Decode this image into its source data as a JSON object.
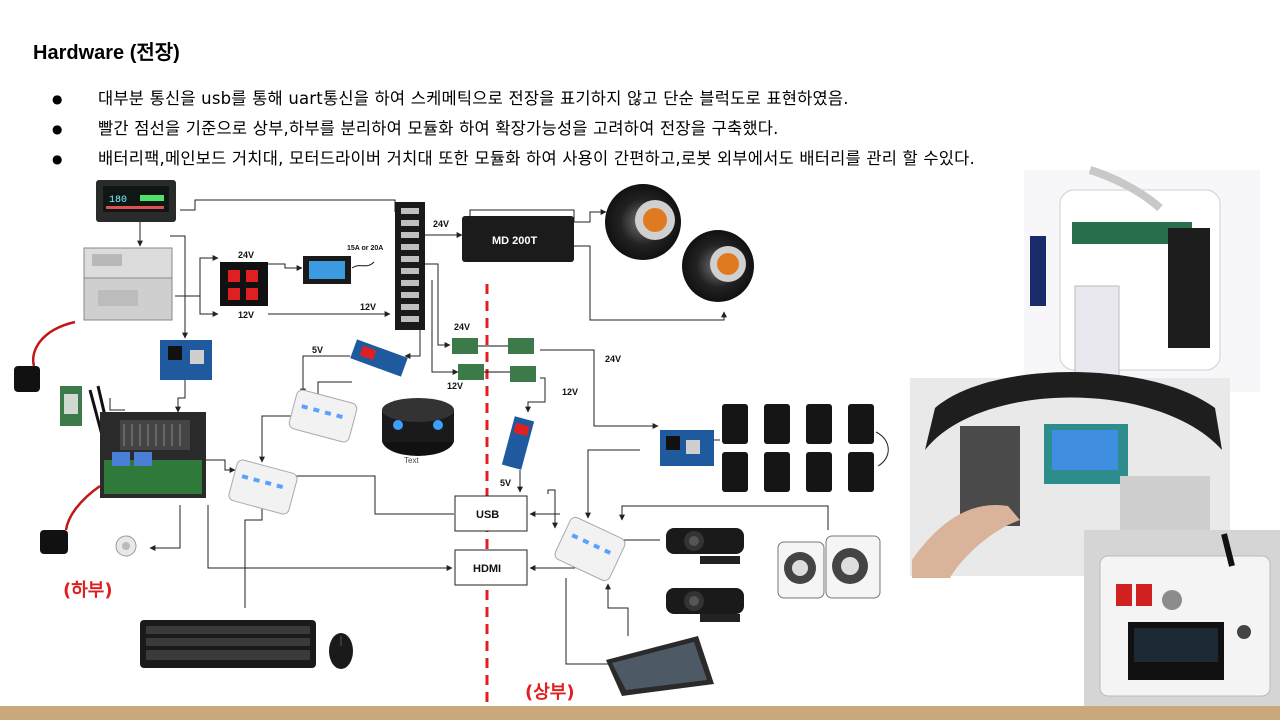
{
  "slide": {
    "title": "Hardware (전장)",
    "bullets": [
      "대부분 통신을 usb를 통해 uart통신을 하여 스케메틱으로 전장을 표기하지 않고 단순 블럭도로 표현하였음.",
      "빨간 점선을 기준으로 상부,하부를 분리하여 모듈화 하여 확장가능성을 고려하여 전장을 구축했다.",
      "배터리팩,메인보드 거치대, 모터드라이버 거치대 또한 모듈화 하여 사용이 간편하고,로봇 외부에서도 배터리를 관리 할 수있다."
    ]
  },
  "diagram": {
    "labels": {
      "v24_switch": "24V",
      "v12_switch": "12V",
      "fuse": "15A or 20A",
      "v12_terminal": "12V",
      "v24_top": "24V",
      "v24_dc": "24V",
      "v12_dc": "12V",
      "v5_buck": "5V",
      "v24_servo": "24V",
      "v12_buck": "12V",
      "v5_usb": "5V",
      "lidar": "Text"
    },
    "boxes": {
      "motor_driver": "MD 200T",
      "usb": "USB",
      "hdmi": "HDMI"
    },
    "zones": {
      "lower": "(하부)",
      "upper": "(상부)"
    },
    "display_meter": "180",
    "colors": {
      "divider": "#e02020",
      "line": "#222222",
      "bottom_bar": "#c9a97a"
    }
  }
}
